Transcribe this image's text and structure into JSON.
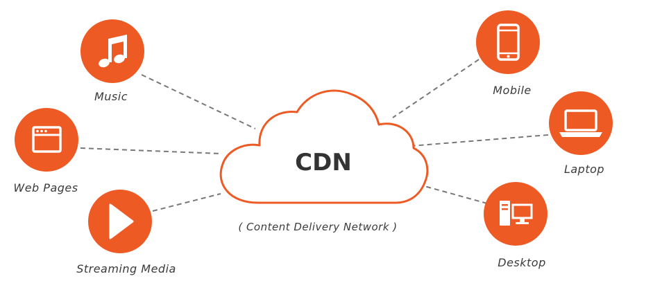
{
  "center": {
    "title": "CDN",
    "subtitle": "( Content Delivery Network )"
  },
  "nodes": {
    "music": {
      "label": "Music",
      "icon": "music-note-icon"
    },
    "web_pages": {
      "label": "Web Pages",
      "icon": "browser-window-icon"
    },
    "streaming_media": {
      "label": "Streaming Media",
      "icon": "play-icon"
    },
    "mobile": {
      "label": "Mobile",
      "icon": "mobile-phone-icon"
    },
    "laptop": {
      "label": "Laptop",
      "icon": "laptop-icon"
    },
    "desktop": {
      "label": "Desktop",
      "icon": "desktop-computer-icon"
    }
  },
  "colors": {
    "node_fill": "#ee5a24",
    "cloud_outline": "#ee5a24",
    "connector": "#777777",
    "text": "#333333"
  }
}
